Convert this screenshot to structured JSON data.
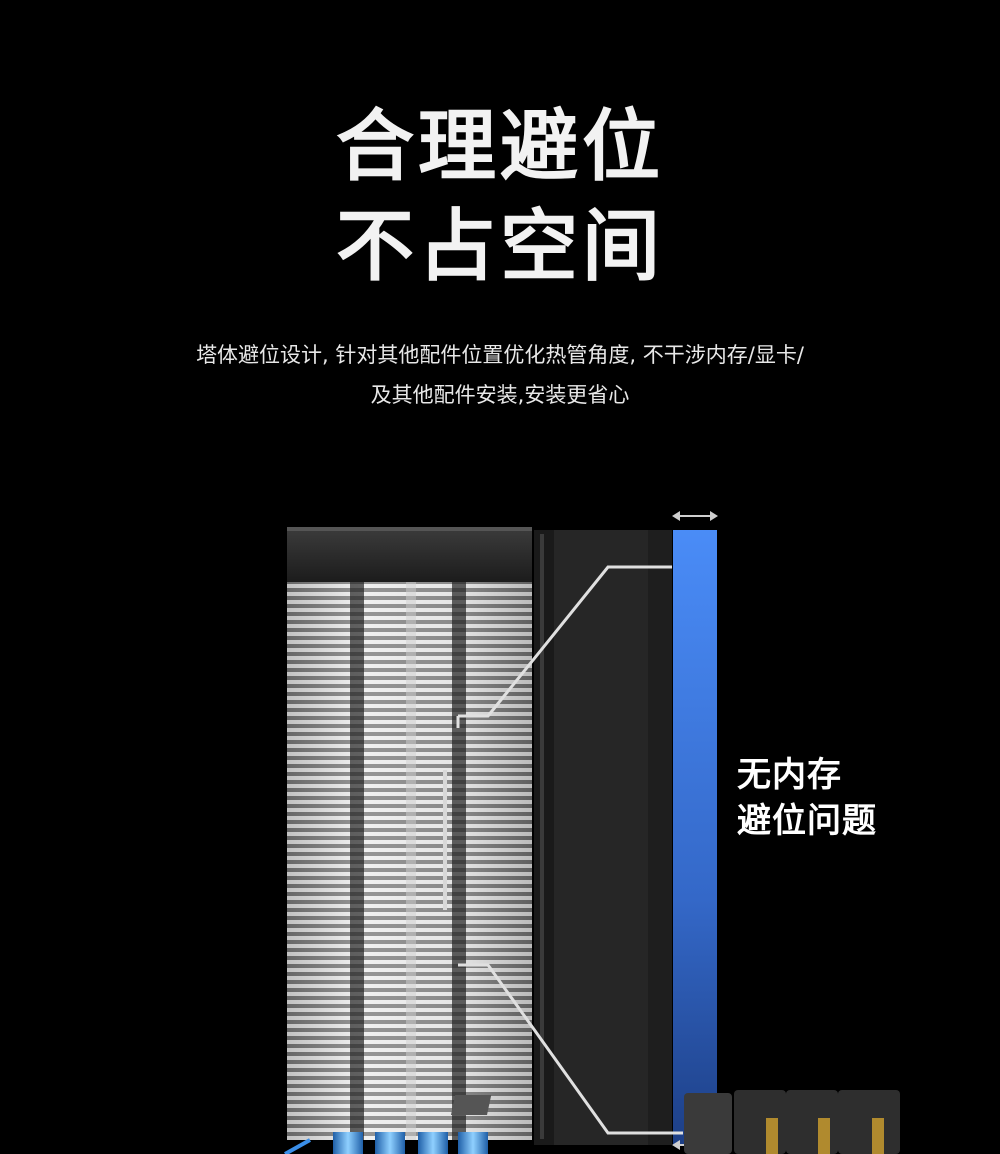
{
  "headline": {
    "line1": "合理避位",
    "line2": "不占空间"
  },
  "description": {
    "line1": "塔体避位设计, 针对其他配件位置优化热管角度, 不干涉内存/显卡/",
    "line2": "及其他配件安装,安装更省心"
  },
  "callout": {
    "line1": "无内存",
    "line2": "避位问题"
  },
  "colors": {
    "background": "#000000",
    "ram_highlight": "#3d7ef0",
    "heatpipe": "#4a9fe8",
    "fan_frame": "#2a2a2a"
  }
}
